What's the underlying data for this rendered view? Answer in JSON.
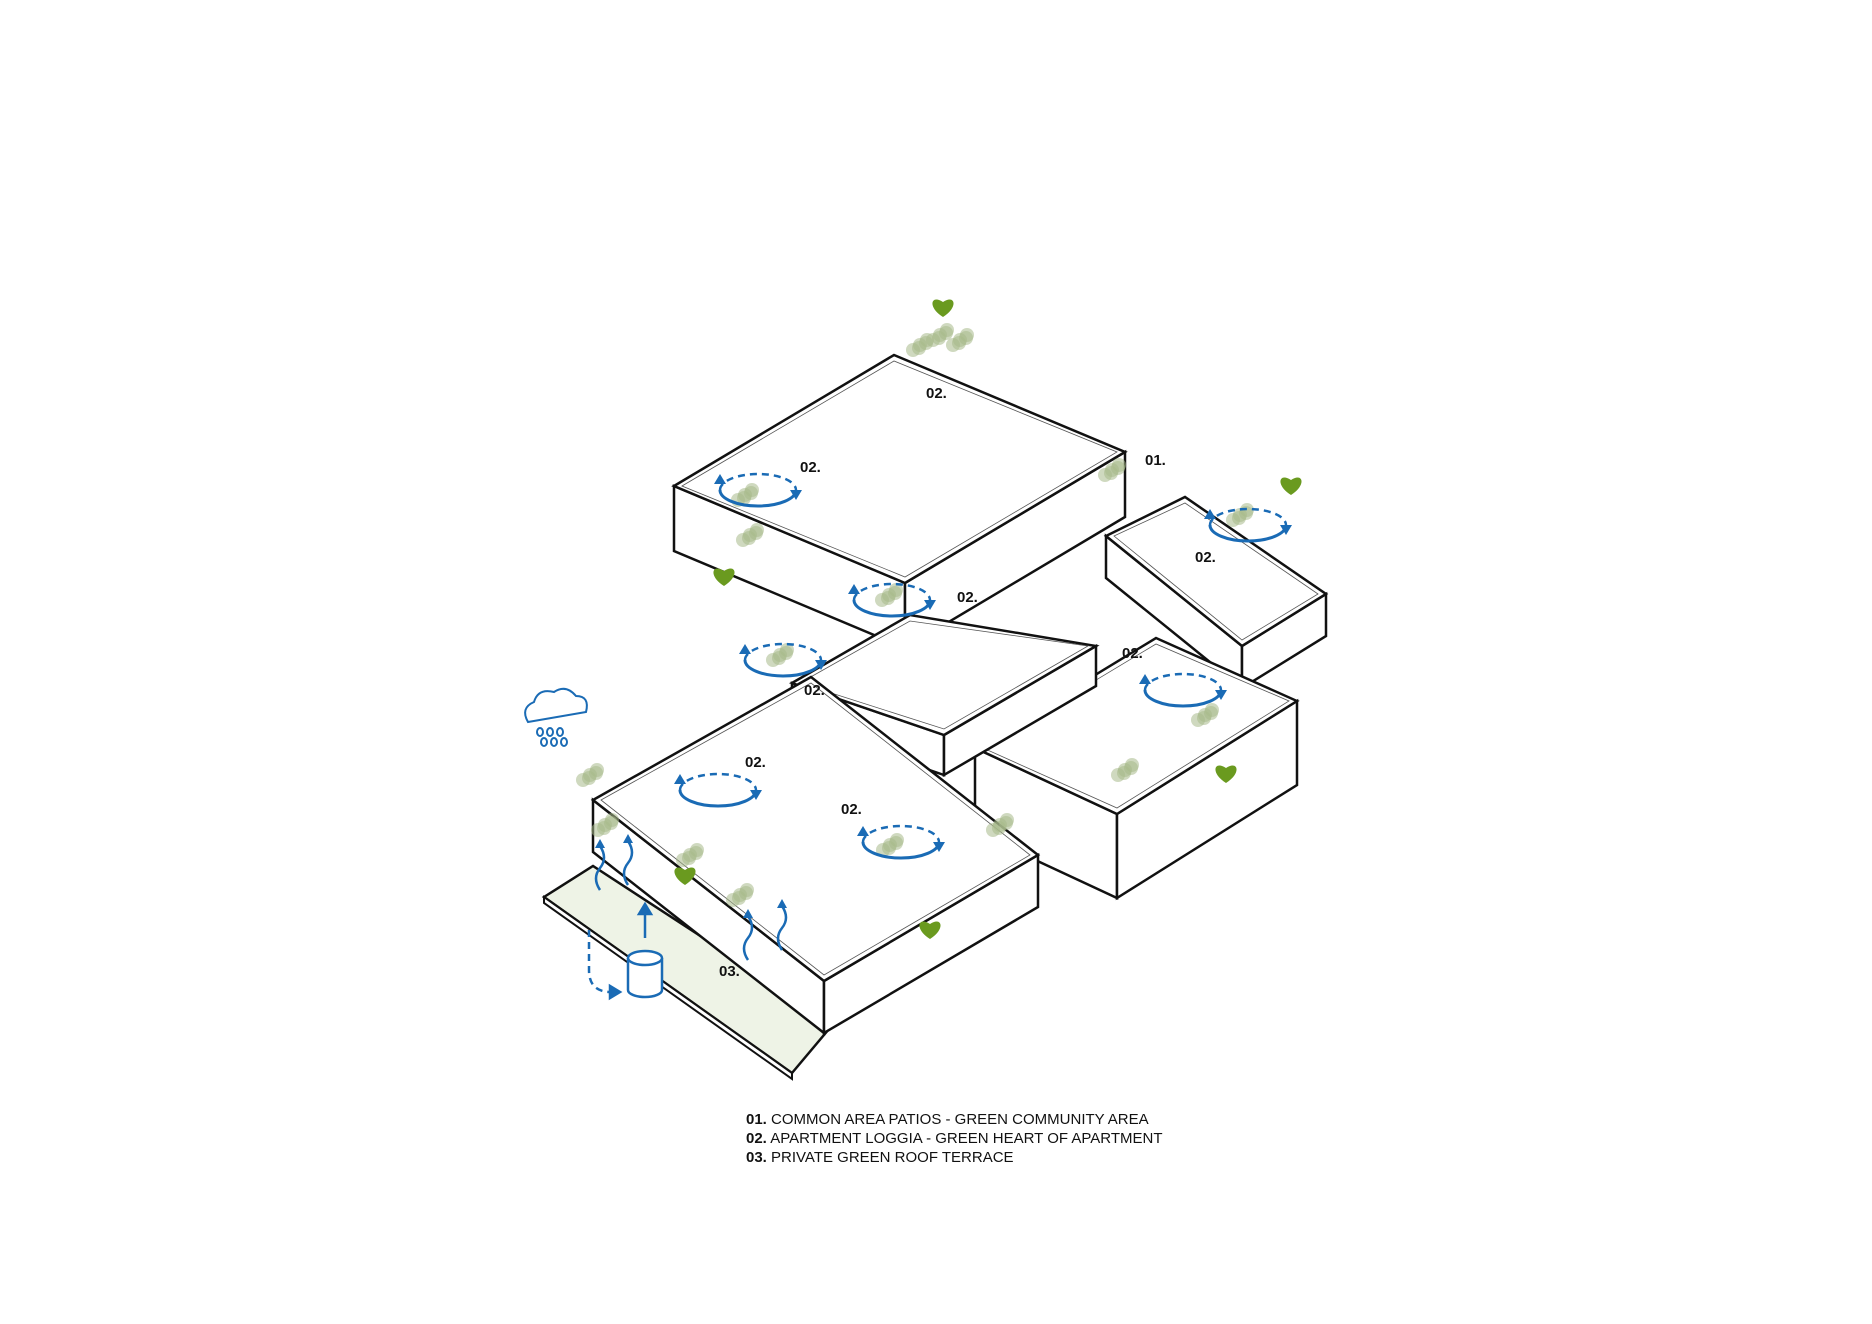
{
  "labels": {
    "l1": "02.",
    "l2": "02.",
    "l3": "01.",
    "l4": "02.",
    "l5": "02.",
    "l6": "02.",
    "l7": "02.",
    "l8": "02.",
    "l9": "02.",
    "l10": "03."
  },
  "legend": [
    {
      "num": "01.",
      "text": "COMMON AREA PATIOS - GREEN COMMUNITY AREA"
    },
    {
      "num": "02.",
      "text": "APARTMENT LOGGIA - GREEN HEART OF APARTMENT"
    },
    {
      "num": "03.",
      "text": "PRIVATE GREEN ROOF TERRACE"
    }
  ],
  "colors": {
    "arrow": "#1a6bb5",
    "heart": "#6a9a1f",
    "plant": "#a8b98a",
    "line": "#111111"
  },
  "icons": [
    "heart-icon",
    "rain-cloud-icon",
    "water-tank-icon",
    "circulation-arrow-icon",
    "airflow-arrow-icon"
  ]
}
